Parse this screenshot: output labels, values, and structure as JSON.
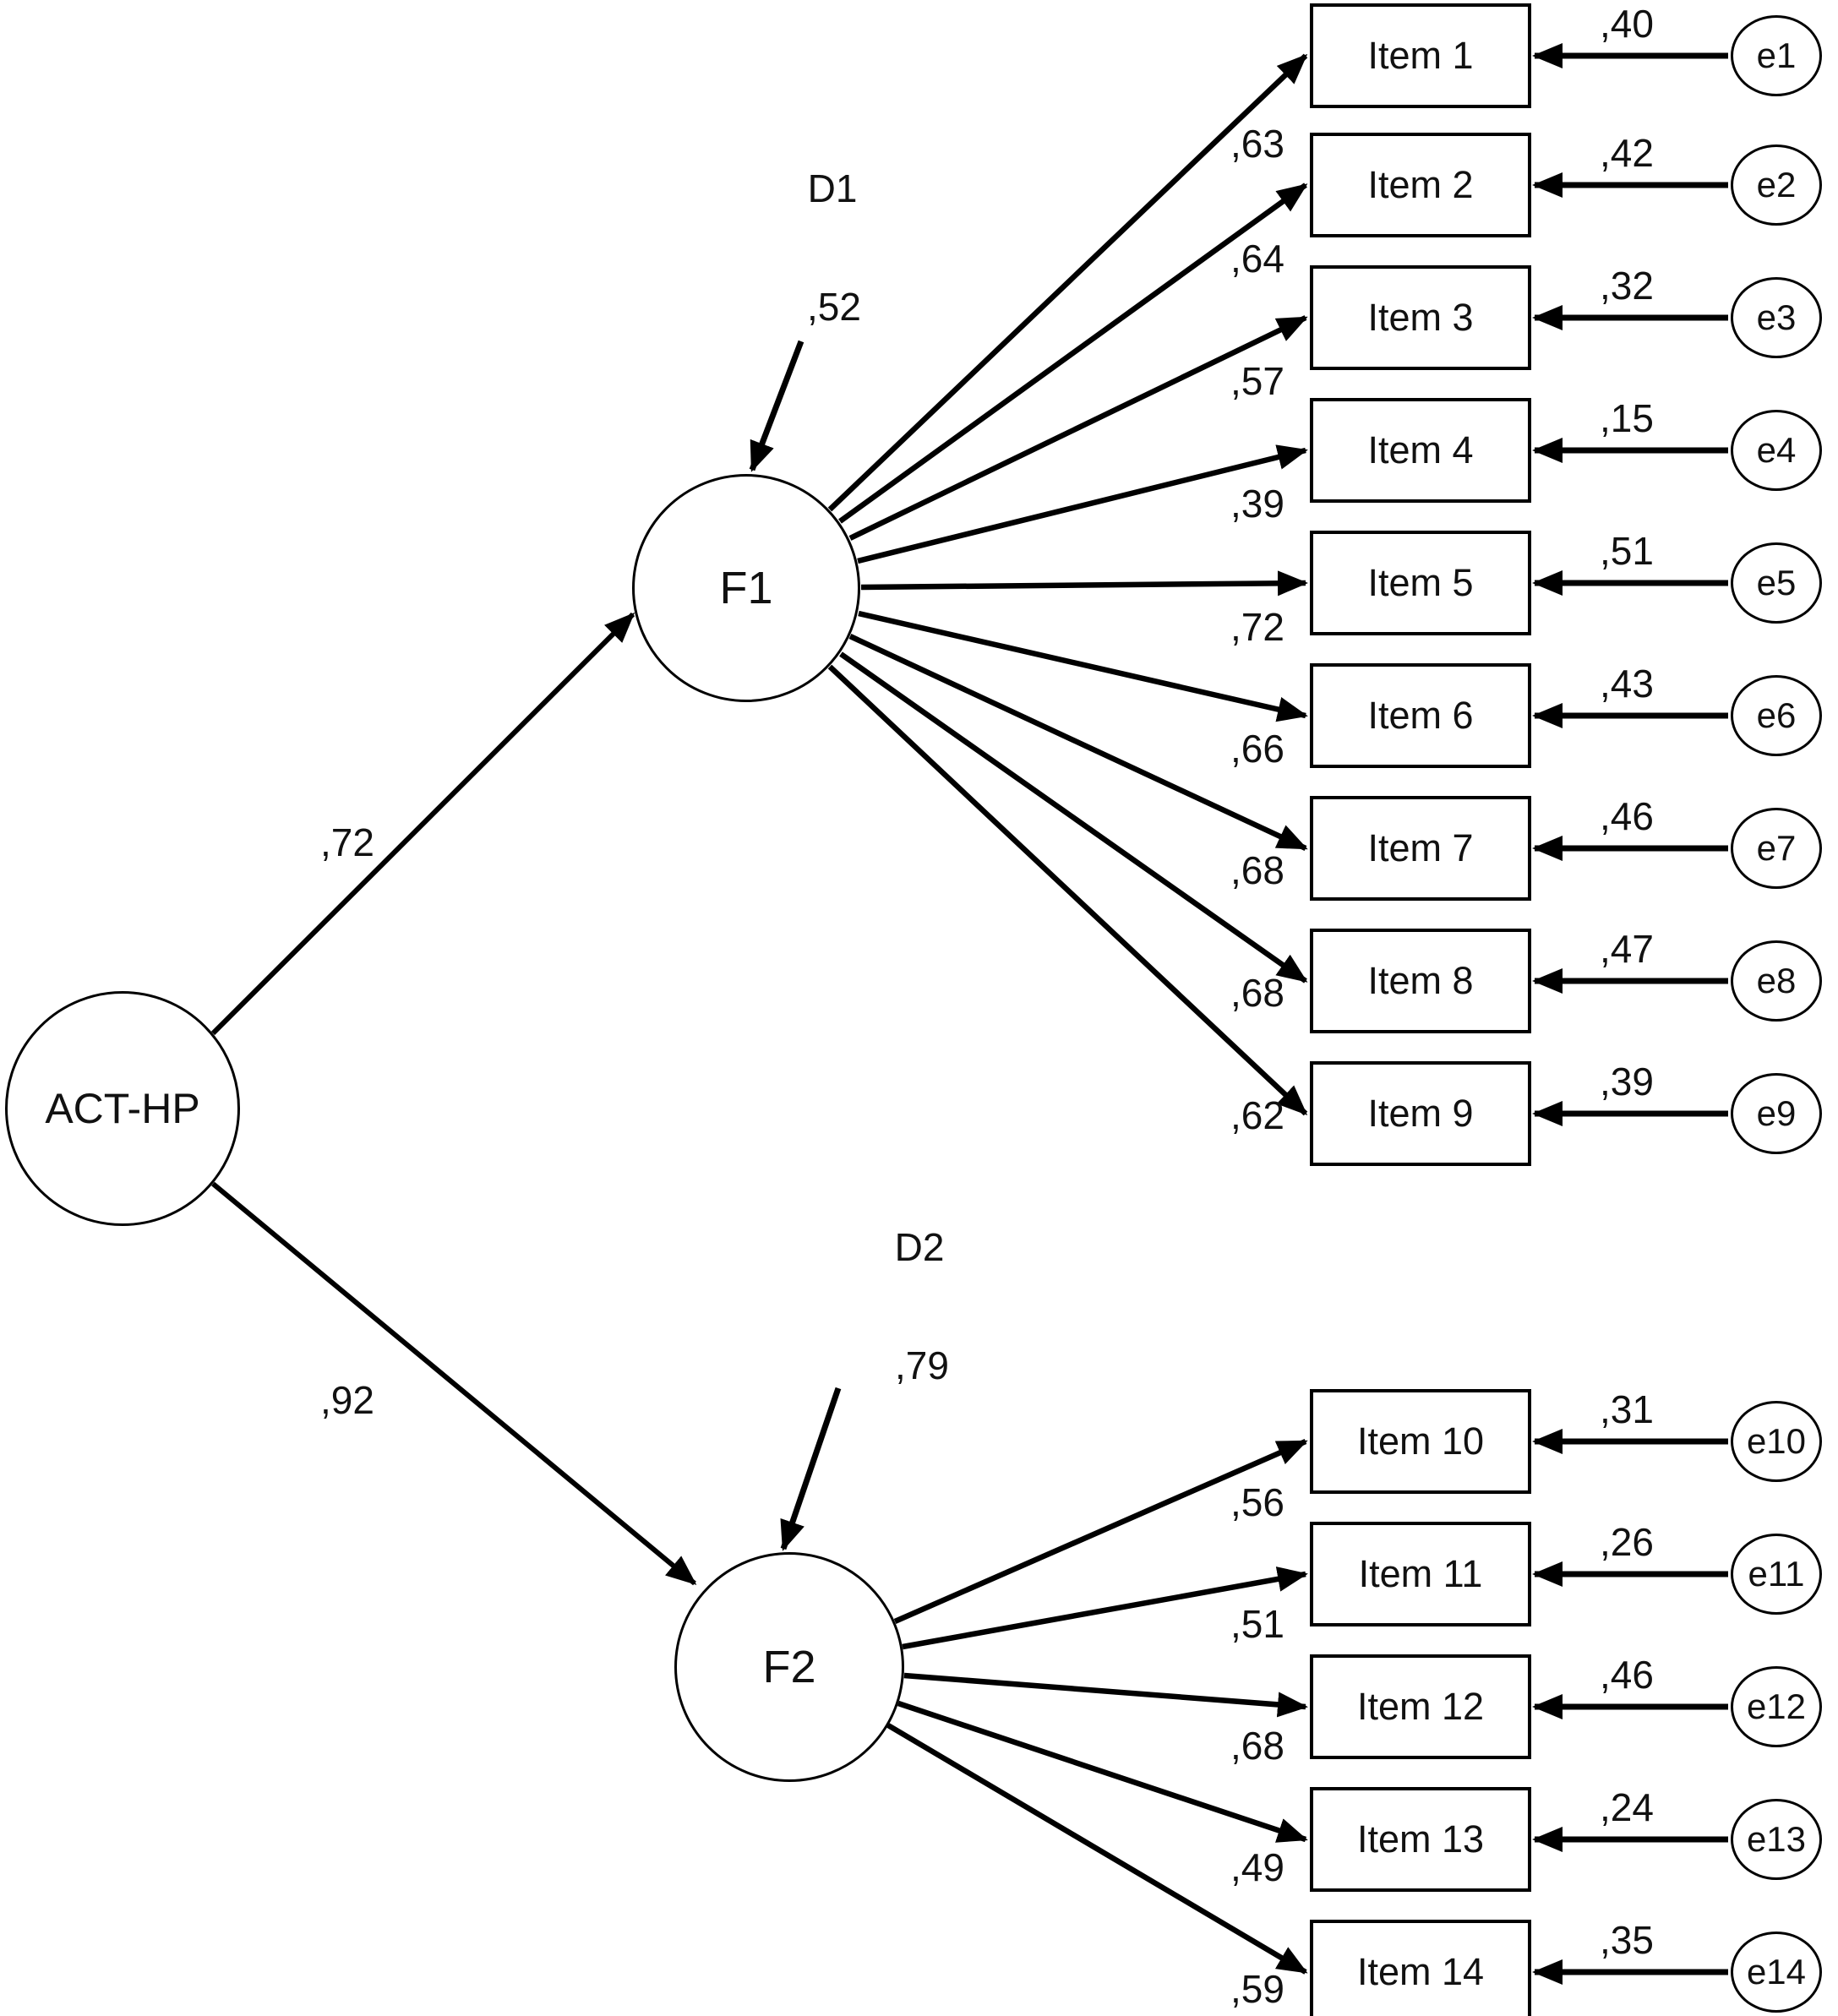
{
  "diagram": {
    "type": "sem-path-diagram",
    "root": {
      "label": "ACT-HP",
      "paths": [
        {
          "to": "F1",
          "weight": ",72"
        },
        {
          "to": "F2",
          "weight": ",92"
        }
      ]
    },
    "factors": [
      {
        "label": "F1",
        "disturbance": "D1",
        "r2": ",52"
      },
      {
        "label": "F2",
        "disturbance": "D2",
        "r2": ",79"
      }
    ],
    "items": [
      {
        "label": "Item 1",
        "factor": "F1",
        "loading": ",63",
        "r2": ",40",
        "error": "e1"
      },
      {
        "label": "Item 2",
        "factor": "F1",
        "loading": ",64",
        "r2": ",42",
        "error": "e2"
      },
      {
        "label": "Item 3",
        "factor": "F1",
        "loading": ",57",
        "r2": ",32",
        "error": "e3"
      },
      {
        "label": "Item 4",
        "factor": "F1",
        "loading": ",39",
        "r2": ",15",
        "error": "e4"
      },
      {
        "label": "Item 5",
        "factor": "F1",
        "loading": ",72",
        "r2": ",51",
        "error": "e5"
      },
      {
        "label": "Item 6",
        "factor": "F1",
        "loading": ",66",
        "r2": ",43",
        "error": "e6"
      },
      {
        "label": "Item 7",
        "factor": "F1",
        "loading": ",68",
        "r2": ",46",
        "error": "e7"
      },
      {
        "label": "Item 8",
        "factor": "F1",
        "loading": ",68",
        "r2": ",47",
        "error": "e8"
      },
      {
        "label": "Item 9",
        "factor": "F1",
        "loading": ",62",
        "r2": ",39",
        "error": "e9"
      },
      {
        "label": "Item 10",
        "factor": "F2",
        "loading": ",56",
        "r2": ",31",
        "error": "e10"
      },
      {
        "label": "Item 11",
        "factor": "F2",
        "loading": ",51",
        "r2": ",26",
        "error": "e11"
      },
      {
        "label": "Item 12",
        "factor": "F2",
        "loading": ",68",
        "r2": ",46",
        "error": "e12"
      },
      {
        "label": "Item 13",
        "factor": "F2",
        "loading": ",49",
        "r2": ",24",
        "error": "e13"
      },
      {
        "label": "Item 14",
        "factor": "F2",
        "loading": ",59",
        "r2": ",35",
        "error": "e14"
      }
    ],
    "colors": {
      "line": "#000000",
      "background": "#ffffff",
      "text": "#111111"
    }
  }
}
